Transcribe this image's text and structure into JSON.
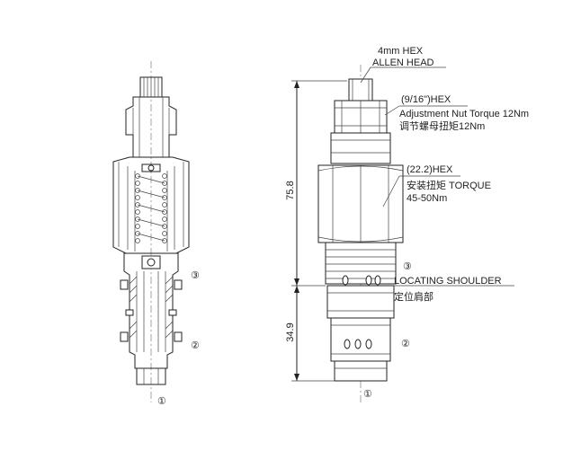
{
  "labels": {
    "hex_4mm": "4mm HEX",
    "allen_head": "ALLEN HEAD",
    "hex_916": "(9/16\")HEX",
    "adjust_torque_en": "Adjustment Nut Torque 12Nm",
    "adjust_torque_cn": "调节螺母扭矩12Nm",
    "hex_222": "(22.2)HEX",
    "install_torque_cn": "安装扭矩 TORQUE",
    "install_torque_val": "45-50Nm",
    "locating_shoulder": "LOCATING SHOULDER",
    "locating_shoulder_cn": "定位肩部"
  },
  "dimensions": {
    "overall": "75.8",
    "lower": "34.9"
  },
  "ports": {
    "port1": "①",
    "port2": "②",
    "port3": "③"
  }
}
